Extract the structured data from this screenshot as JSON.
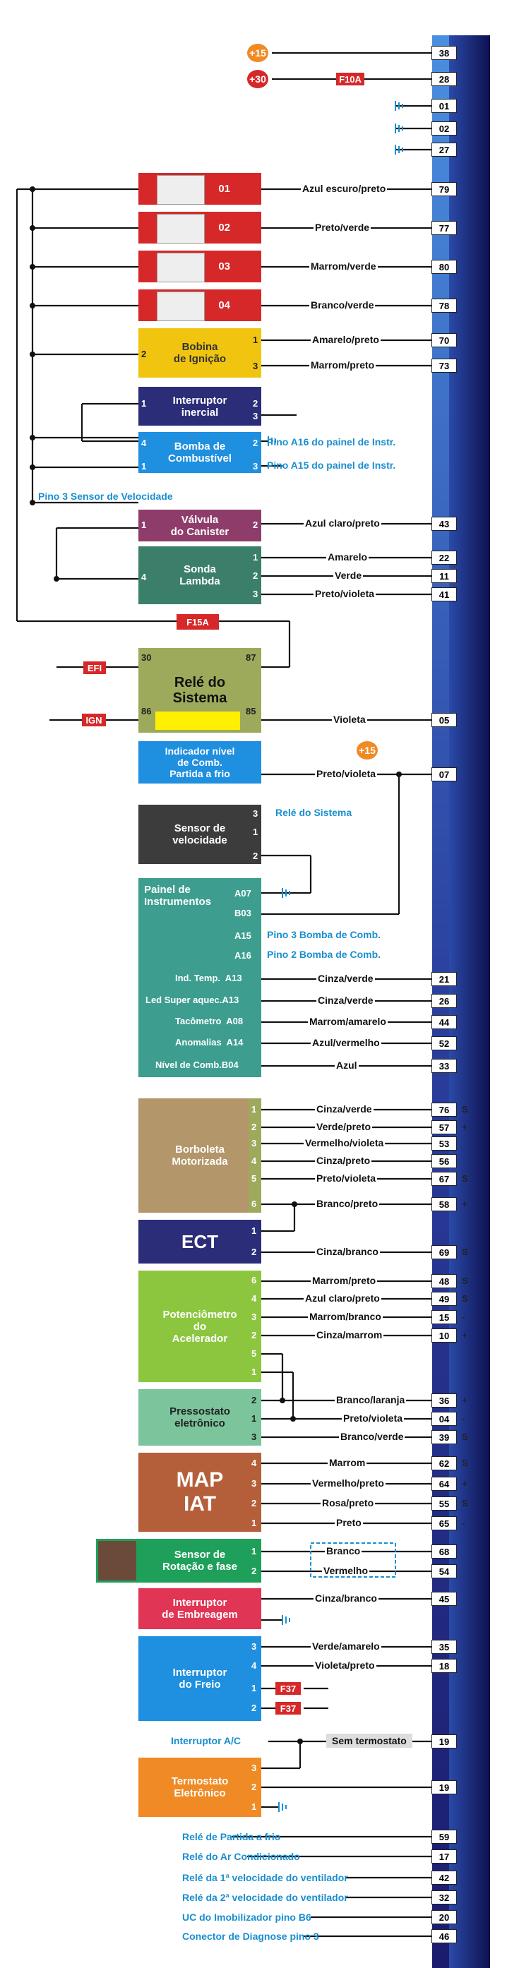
{
  "colors": {
    "bus": "#25307a",
    "red": "#d62828",
    "yellow": "#f1c40f",
    "navy": "#2b2d78",
    "blue": "#1f8fdf",
    "teal": "#3d9e8f",
    "dgreen": "#3b7f6a",
    "purple": "#8e3d6b",
    "olive": "#9daa5c",
    "tan": "#b3966a",
    "lime": "#8cc63f",
    "mint": "#7cc49c",
    "rust": "#b55f3a",
    "green": "#1fa05a",
    "pink": "#e03554",
    "orange": "#f08a24",
    "labelBlue": "#1a8fcf"
  },
  "power": {
    "p15": "+15",
    "p30": "+30",
    "f10a": "F10A"
  },
  "injectors": [
    "01",
    "02",
    "03",
    "04"
  ],
  "blocks": {
    "bobina": "Bobina\nde Ignição",
    "inerc": "Interruptor\ninercial",
    "bomba": "Bomba de\nCombustível",
    "valvula": "Válvula\ndo Canister",
    "sonda": "Sonda\nLambda",
    "rele": "Relé do\nSistema",
    "indicador": "Indicador nível\nde Comb.\nPartida a frio",
    "sensorvel": "Sensor de\nvelocidade",
    "painel": "Painel de\nInstrumentos",
    "borboleta": "Borboleta\nMotorizada",
    "ect": "ECT",
    "pot": "Potenciômetro\ndo\nAcelerador",
    "press": "Pressostato\neletrônico",
    "map": "MAP\nIAT",
    "rotacao": "Sensor de\nRotação e fase",
    "embreagem": "Interruptor\nde Embreagem",
    "freio": "Interruptor\ndo Freio",
    "termostato": "Termostato\nEletrônico"
  },
  "fuses": {
    "f15a": "F15A",
    "efi": "EFI",
    "ign": "IGN",
    "f37a": "F37",
    "f37b": "F37"
  },
  "ind_p15": "+15",
  "pins": {
    "bob1": "1",
    "bob2": "2",
    "bob3": "3",
    "in1": "1",
    "in2": "2",
    "in3": "3",
    "bo4": "4",
    "bo1": "1",
    "bo2": "2",
    "bo3": "3",
    "va1": "1",
    "va2": "2",
    "so4": "4",
    "so1": "1",
    "so2": "2",
    "so3": "3",
    "r30": "30",
    "r87": "87",
    "r86": "86",
    "r85": "85",
    "sv3": "3",
    "sv1": "1",
    "sv2": "2",
    "pA07": "A07",
    "pB03": "B03",
    "pA15": "A15",
    "pA16": "A16",
    "bb1": "1",
    "bb2": "2",
    "bb3": "3",
    "bb4": "4",
    "bb5": "5",
    "bb6": "6",
    "ec1": "1",
    "ec2": "2",
    "pt6": "6",
    "pt4": "4",
    "pt3": "3",
    "pt2": "2",
    "pt5": "5",
    "pt1": "1",
    "pr2": "2",
    "pr1": "1",
    "pr3": "3",
    "mp4": "4",
    "mp3": "3",
    "mp2": "2",
    "mp1": "1",
    "rt1": "1",
    "rt2": "2",
    "fr3": "3",
    "fr4": "4",
    "fr1": "1",
    "fr2": "2",
    "tm3": "3",
    "tm2": "2",
    "tm1": "1"
  },
  "panel_rows": [
    "Ind. Temp.  A13",
    "Led Super aquec.A13",
    "Tacômetro  A08",
    "Anomalias  A14",
    "Nível de Comb.B04"
  ],
  "wires": {
    "w79": "Azul escuro/preto",
    "w77": "Preto/verde",
    "w80": "Marrom/verde",
    "w78": "Branco/verde",
    "w70": "Amarelo/preto",
    "w73": "Marrom/preto",
    "w43": "Azul claro/preto",
    "w22": "Amarelo",
    "w11": "Verde",
    "w41": "Preto/violeta",
    "w05": "Violeta",
    "w07": "Preto/violeta",
    "w21": "Cinza/verde",
    "w26": "Cinza/verde",
    "w44": "Marrom/amarelo",
    "w52": "Azul/vermelho",
    "w33": "Azul",
    "w76": "Cinza/verde",
    "w57": "Verde/preto",
    "w53": "Vermelho/violeta",
    "w56": "Cinza/preto",
    "w67": "Preto/violeta",
    "w58": "Branco/preto",
    "w69": "Cinza/branco",
    "w48": "Marrom/preto",
    "w49": "Azul claro/preto",
    "w15": "Marrom/branco",
    "w10": "Cinza/marrom",
    "w36": "Branco/laranja",
    "w04": "Preto/violeta",
    "w39": "Branco/verde",
    "w62": "Marrom",
    "w64": "Vermelho/preto",
    "w55": "Rosa/preto",
    "w65": "Preto",
    "w68": "Branco",
    "w54": "Vermelho",
    "w45": "Cinza/branco",
    "w35": "Verde/amarelo",
    "w18": "Violeta/preto",
    "semterm": "Sem termostato"
  },
  "blue_labels": {
    "a16": "Pino A16 do painel de Instr.",
    "a15": "Pino A15 do painel de Instr.",
    "p3sv": "Pino 3 Sensor de Velocidade",
    "relesis": "Relé do Sistema",
    "p3bomba": "Pino 3 Bomba de Comb.",
    "p2bomba": "Pino 2 Bomba de Comb.",
    "intac": "Interruptor A/C",
    "b59": "Relé de Partida a frio",
    "b17": "Relé do Ar Condicionado",
    "b42": "Relé da 1ª velocidade do ventilador",
    "b32": "Relé da 2ª velocidade do ventilador",
    "b20": "UC do Imobilizador pino B6",
    "b46": "Conector de Diagnose pino 3"
  },
  "numbers": {
    "n38": "38",
    "n28": "28",
    "n01": "01",
    "n02": "02",
    "n27": "27",
    "n79": "79",
    "n77": "77",
    "n80": "80",
    "n78": "78",
    "n70": "70",
    "n73": "73",
    "n43": "43",
    "n22": "22",
    "n11": "11",
    "n41": "41",
    "n05": "05",
    "n07": "07",
    "n21": "21",
    "n26": "26",
    "n44": "44",
    "n52": "52",
    "n33": "33",
    "n76": "76",
    "n57": "57",
    "n53": "53",
    "n56": "56",
    "n67": "67",
    "n58": "58",
    "n69": "69",
    "n48": "48",
    "n49": "49",
    "n15": "15",
    "n10": "10",
    "n36": "36",
    "n04": "04",
    "n39": "39",
    "n62": "62",
    "n64": "64",
    "n55": "55",
    "n65": "65",
    "n68": "68",
    "n54": "54",
    "n45": "45",
    "n35": "35",
    "n18": "18",
    "n19a": "19",
    "n19b": "19",
    "n59": "59",
    "n17": "17",
    "n42": "42",
    "n32": "32",
    "n20": "20",
    "n46": "46"
  },
  "suffixes": {
    "s76": "S",
    "s57": "+",
    "s67": "S",
    "s58": "+",
    "s69": "S",
    "s48": "S",
    "s49": "S",
    "s15": "-",
    "s10": "+",
    "s36": "+",
    "s04": "-",
    "s39": "S",
    "s62": "S",
    "s64": "+",
    "s55": "S",
    "s65": "-"
  }
}
